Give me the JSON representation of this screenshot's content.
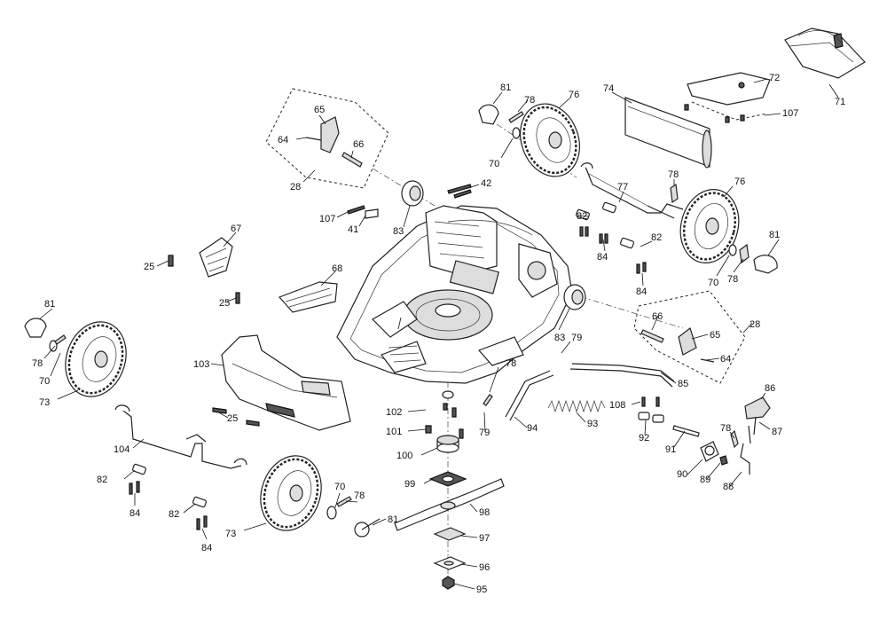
{
  "callouts": {
    "c25a": "25",
    "c25b": "25",
    "c25c": "25",
    "c28a": "28",
    "c28b": "28",
    "c41": "41",
    "c42": "42",
    "c64a": "64",
    "c64b": "64",
    "c65a": "65",
    "c65b": "65",
    "c66a": "66",
    "c66b": "66",
    "c67": "67",
    "c68": "68",
    "c70a": "70",
    "c70b": "70",
    "c70c": "70",
    "c70d": "70",
    "c71": "71",
    "c72": "72",
    "c73a": "73",
    "c73b": "73",
    "c74": "74",
    "c76a": "76",
    "c76b": "76",
    "c77": "77",
    "c78a": "78",
    "c78b": "78",
    "c78c": "78",
    "c78d": "78",
    "c78e": "78",
    "c78f": "78",
    "c78g": "78",
    "c79a": "79",
    "c79b": "79",
    "c81a": "81",
    "c81b": "81",
    "c81c": "81",
    "c81d": "81",
    "c82a": "82",
    "c82b": "82",
    "c82c": "82",
    "c82d": "82",
    "c83a": "83",
    "c83b": "83",
    "c84a": "84",
    "c84b": "84",
    "c84c": "84",
    "c84d": "84",
    "c85": "85",
    "c86": "86",
    "c87": "87",
    "c88": "88",
    "c89": "89",
    "c90": "90",
    "c91": "91",
    "c92": "92",
    "c93": "93",
    "c94": "94",
    "c95": "95",
    "c96": "96",
    "c97": "97",
    "c98": "98",
    "c99": "99",
    "c100": "100",
    "c101": "101",
    "c102": "102",
    "c103": "103",
    "c104": "104",
    "c107a": "107",
    "c107b": "107",
    "c108": "108"
  }
}
